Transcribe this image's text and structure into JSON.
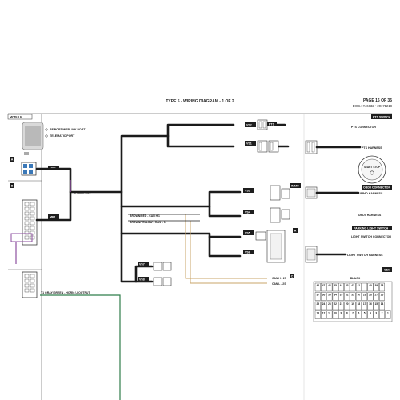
{
  "header": {
    "title": "TYPE 5 - WIRING DIAGRAM - 1 OF 2",
    "page": "PAGE 16 OF 35",
    "doc": "DOC.: #46632 • 20171218"
  },
  "sections": {
    "module": "MODULE",
    "pts_switch": "PTS SWITCH",
    "immo": "IMMO",
    "obdii_connector": "OBDII CONNECTOR",
    "parking_light_switch": "PARKING LIGHT SWITCH",
    "oem": "OEM",
    "black": "BLACK"
  },
  "module_labels": {
    "rf_port": "RF PORT/WEBLINK PORT",
    "telematic_port": "TELEMATIC PORT"
  },
  "side_tags": {
    "a": "A",
    "b": "B",
    "a2": "A",
    "c": "C"
  },
  "connector_tags": {
    "mb2": "MB2",
    "mb1": "MB1",
    "vs2": "VS2",
    "vs1": "VS1",
    "vs3": "VS3",
    "vs4": "VS4",
    "vs5": "VS5",
    "vs6": "VS6",
    "vs7": "VS7",
    "vs8": "VS8",
    "pts": "PTS"
  },
  "wire_labels": {
    "purple_wo": "PURPLE W/O",
    "can_h1": "BROWN/RED - CAN H 1",
    "can_l1": "BROWN/YELLOW - CAN L 1",
    "can_h2": "CAN H - 2S",
    "can_l2": "CAN L - 2S",
    "horn_output": "T1 GRAY/GREEN - HORN (-) OUTPUT"
  },
  "component_labels": {
    "pts_connector": "PTS CONNECTOR",
    "pts_harness": "PTS HARNESS",
    "start_button": "START STOP",
    "immo_harness": "IMMO HARNESS",
    "obdii_harness": "OBDII HARNESS",
    "light_switch_connector": "LIGHT SWITCH CONNECTOR",
    "light_switch_harness": "LIGHT SWITCH HARNESS"
  },
  "fuse_grid": {
    "row1": [
      "48",
      "47",
      "46",
      "45",
      "44",
      "43",
      "42",
      "41",
      "",
      "40",
      "39",
      "38"
    ],
    "row2": [
      "37",
      "36",
      "35",
      "34",
      "33",
      "32",
      "31",
      "30",
      "29",
      "28",
      "27",
      "26"
    ],
    "row3": [
      "25",
      "24",
      "23",
      "22",
      "21",
      "20",
      "19",
      "18",
      "17",
      "16",
      "15",
      "14"
    ],
    "row4": [
      "13",
      "12",
      "11",
      "10",
      "9",
      "8",
      "7",
      "6",
      "5",
      "4",
      "3",
      "2",
      "1"
    ]
  },
  "colors": {
    "wire": "#1b1b1b",
    "purple_wire": "#8e4fa0",
    "tan_wire": "#c8a46a",
    "green_wire": "#2f7d4a",
    "background": "#ffffff"
  }
}
